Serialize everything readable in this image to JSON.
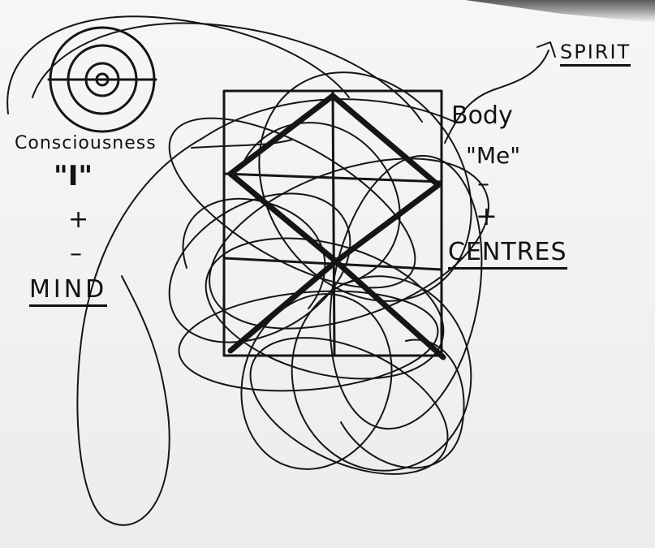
{
  "labels": {
    "consciousness": "Consciousness",
    "i": "\"I\"",
    "plus_left": "+",
    "minus_left": "–",
    "mind": "MIND",
    "spirit": "SPIRIT",
    "body": "Body",
    "me": "\"Me\"",
    "minus_right": "–",
    "plus_right": "+",
    "centres": "CENTRES"
  },
  "icons": {
    "target": "concentric-circles-icon"
  },
  "colors": {
    "ink": "#151515",
    "paper": "#f4f4f2"
  }
}
